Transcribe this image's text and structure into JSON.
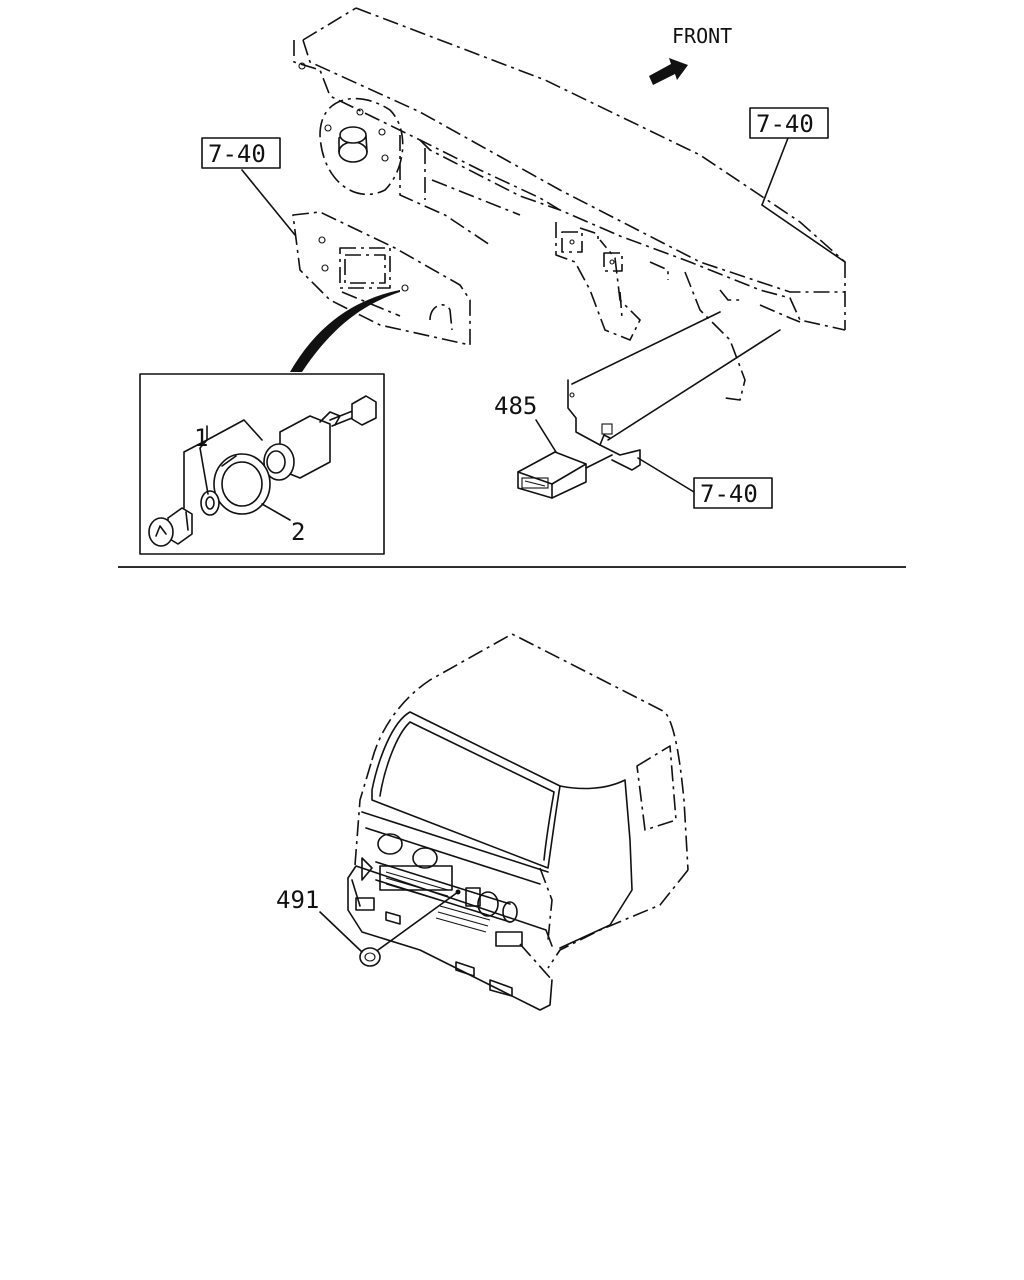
{
  "direction_label": "FRONT",
  "references": [
    "7-40",
    "7-40",
    "7-40"
  ],
  "parts": {
    "p1": "1",
    "p2": "2",
    "p485": "485",
    "p491": "491"
  }
}
